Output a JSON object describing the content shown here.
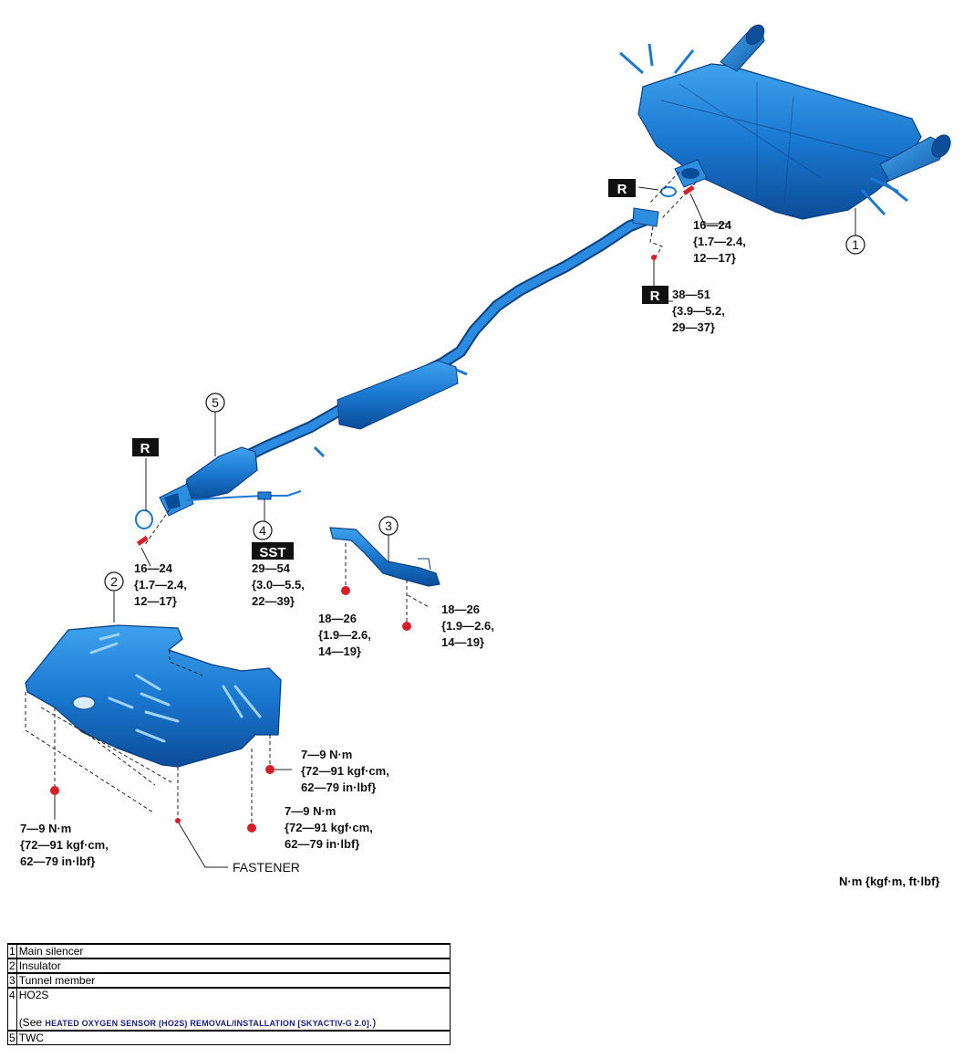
{
  "diagram": {
    "callouts": [
      "1",
      "2",
      "3",
      "4",
      "5"
    ],
    "badges": {
      "r": "R",
      "sst": "SST"
    },
    "torques": {
      "t1": [
        "16—24",
        "{1.7—2.4,",
        "12—17}"
      ],
      "t2": [
        "38—51",
        "{3.9—5.2,",
        "29—37}"
      ],
      "t3": [
        "16—24",
        "{1.7—2.4,",
        "12—17}"
      ],
      "t4": [
        "29—54",
        "{3.0—5.5,",
        "22—39}"
      ],
      "t5": [
        "18—26",
        "{1.9—2.6,",
        "14—19}"
      ],
      "t6": [
        "18—26",
        "{1.9—2.6,",
        "14—19}"
      ],
      "t7": [
        "7—9 N·m",
        "{72—91 kgf·cm,",
        "62—79 in·lbf}"
      ],
      "t8": [
        "7—9 N·m",
        "{72—91 kgf·cm,",
        "62—79 in·lbf}"
      ],
      "t9": [
        "7—9 N·m",
        "{72—91 kgf·cm,",
        "62—79 in·lbf}"
      ]
    },
    "fastener_label": "FASTENER",
    "unit_legend": "N·m {kgf·m, ft·lbf}"
  },
  "parts_table": [
    {
      "no": "1",
      "name": "Main silencer"
    },
    {
      "no": "2",
      "name": "Insulator"
    },
    {
      "no": "3",
      "name": "Tunnel member"
    },
    {
      "no": "4",
      "name": "HO2S",
      "see_prefix": "(See ",
      "see_link": "HEATED OXYGEN SENSOR (HO2S) REMOVAL/INSTALLATION [SKYACTIV-G 2.0]",
      "see_suffix": ".)"
    },
    {
      "no": "5",
      "name": "TWC"
    }
  ],
  "colors": {
    "part_blue": "#1e7fd6",
    "part_dark": "#0d4e9a",
    "bolt_red": "#d81e28",
    "link_navy": "#1a237e"
  }
}
